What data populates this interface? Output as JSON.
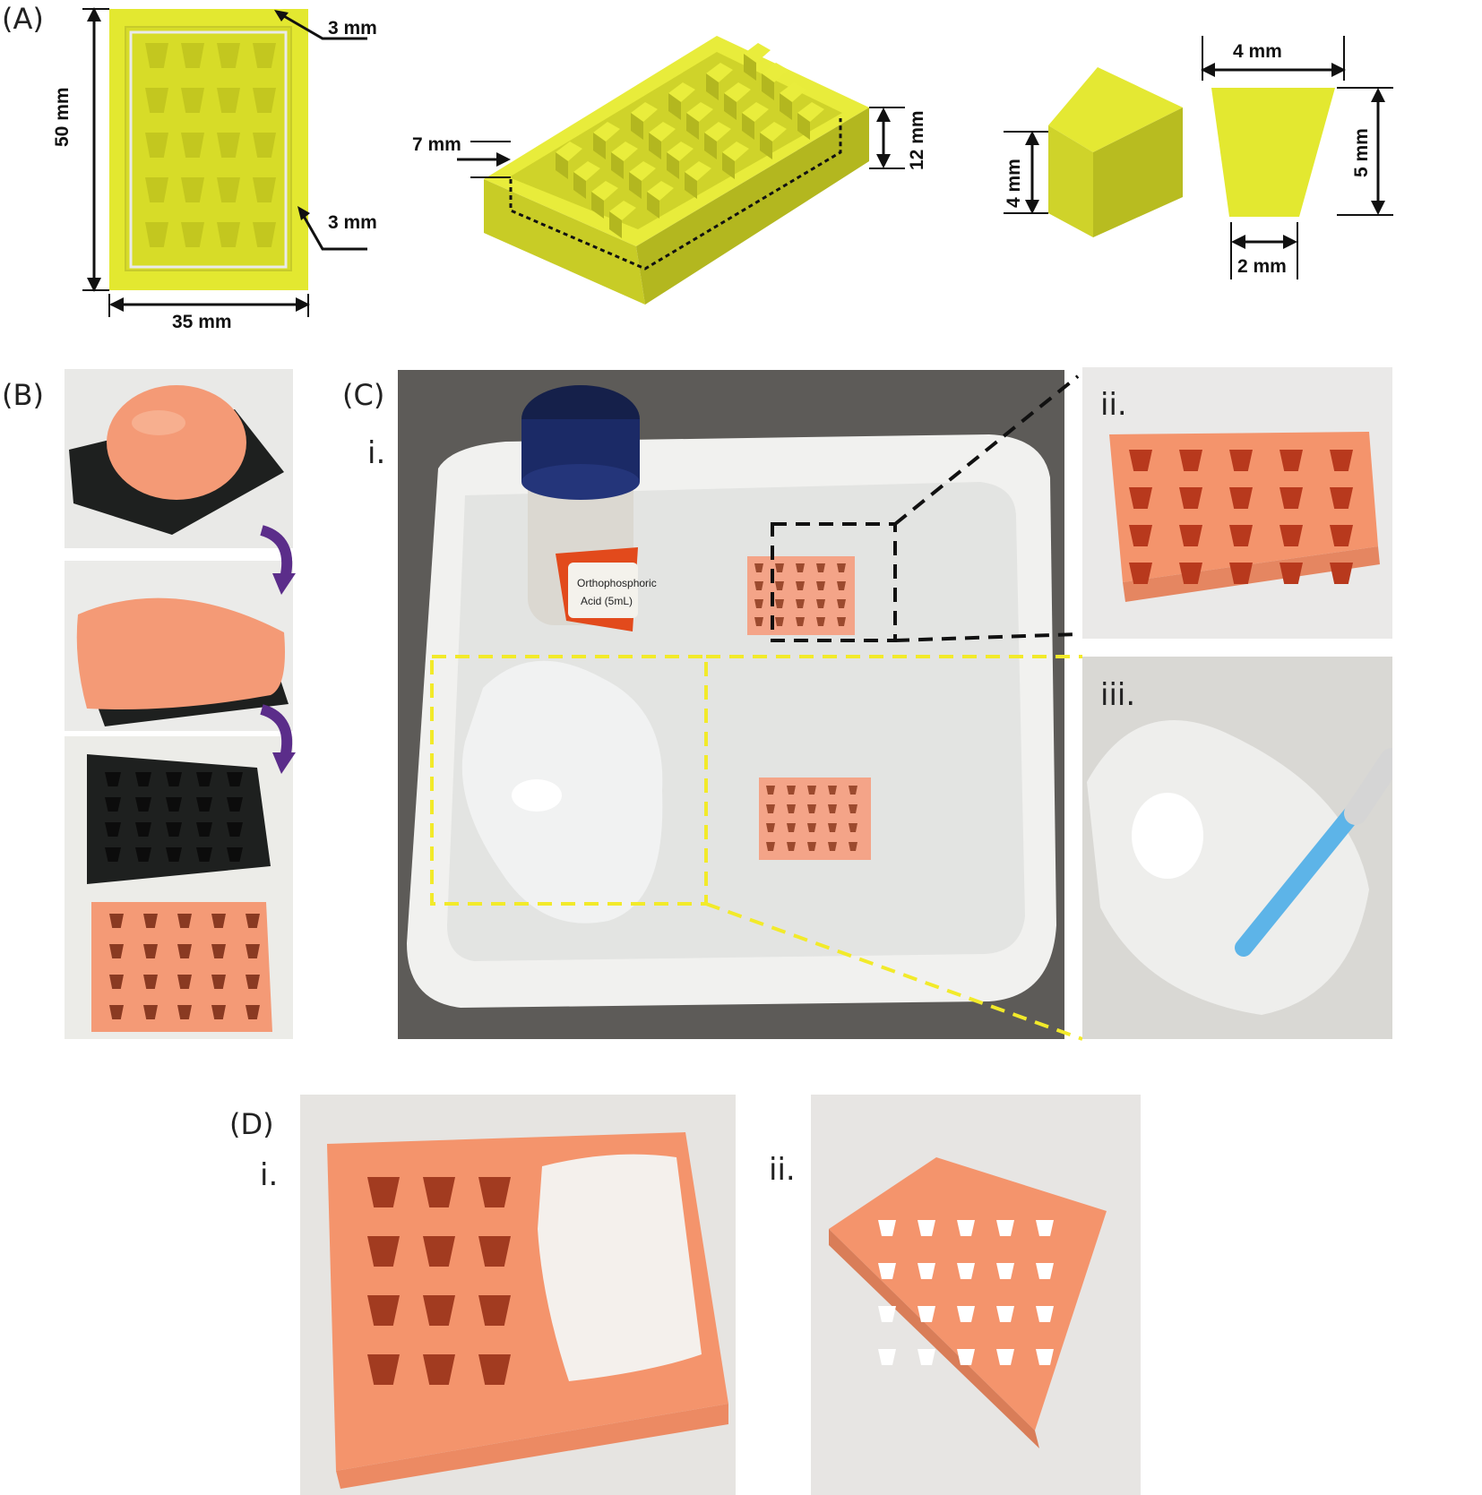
{
  "panels": {
    "a": {
      "label": "(A)"
    },
    "b": {
      "label": "(B)"
    },
    "c": {
      "label": "(C)",
      "sub": [
        "i.",
        "ii.",
        "iii."
      ]
    },
    "d": {
      "label": "(D)",
      "sub": [
        "i.",
        "ii."
      ]
    }
  },
  "dimensions": {
    "top_wall": "3 mm",
    "height": "50 mm",
    "inner_wall": "3 mm",
    "width": "35 mm",
    "base": "7 mm",
    "depth": "12 mm",
    "pyramid_height": "4 mm",
    "top_width": "4 mm",
    "cut_height": "5 mm",
    "bottom_width": "2 mm"
  },
  "bottle_label": [
    "Orthophosphoric",
    "Acid (5mL)"
  ],
  "colors": {
    "mold_yellow": "#e3e830",
    "silicone_orange": "#f49a76",
    "mold_black": "#1e201f",
    "arrow_purple": "#5b2d8a",
    "zoom_black": "#111111",
    "zoom_yellow": "#f2ea2a"
  }
}
